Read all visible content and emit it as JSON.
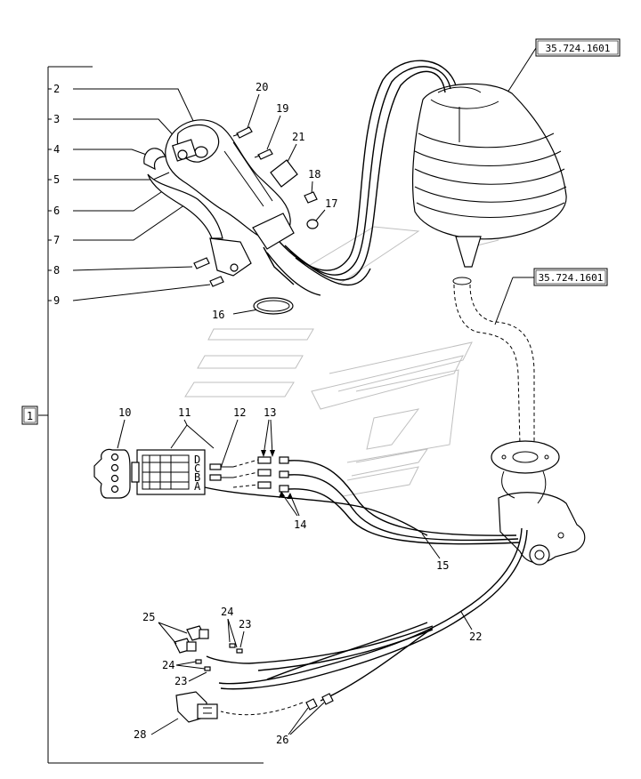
{
  "refs": {
    "top": "35.724.1601",
    "mid": "35.724.1601"
  },
  "group_label": "1",
  "labels": {
    "l2": "2",
    "l3": "3",
    "l4": "4",
    "l5": "5",
    "l6": "6",
    "l7": "7",
    "l8": "8",
    "l9": "9",
    "l10": "10",
    "l11": "11",
    "l12": "12",
    "l13": "13",
    "l14": "14",
    "l15": "15",
    "l16": "16",
    "l17": "17",
    "l18": "18",
    "l19": "19",
    "l20": "20",
    "l21": "21",
    "l22": "22",
    "l23a": "23",
    "l23b": "23",
    "l24a": "24",
    "l24b": "24",
    "l25": "25",
    "l26": "26",
    "l28": "28"
  },
  "connector_pins": [
    "D",
    "C",
    "B",
    "A"
  ]
}
